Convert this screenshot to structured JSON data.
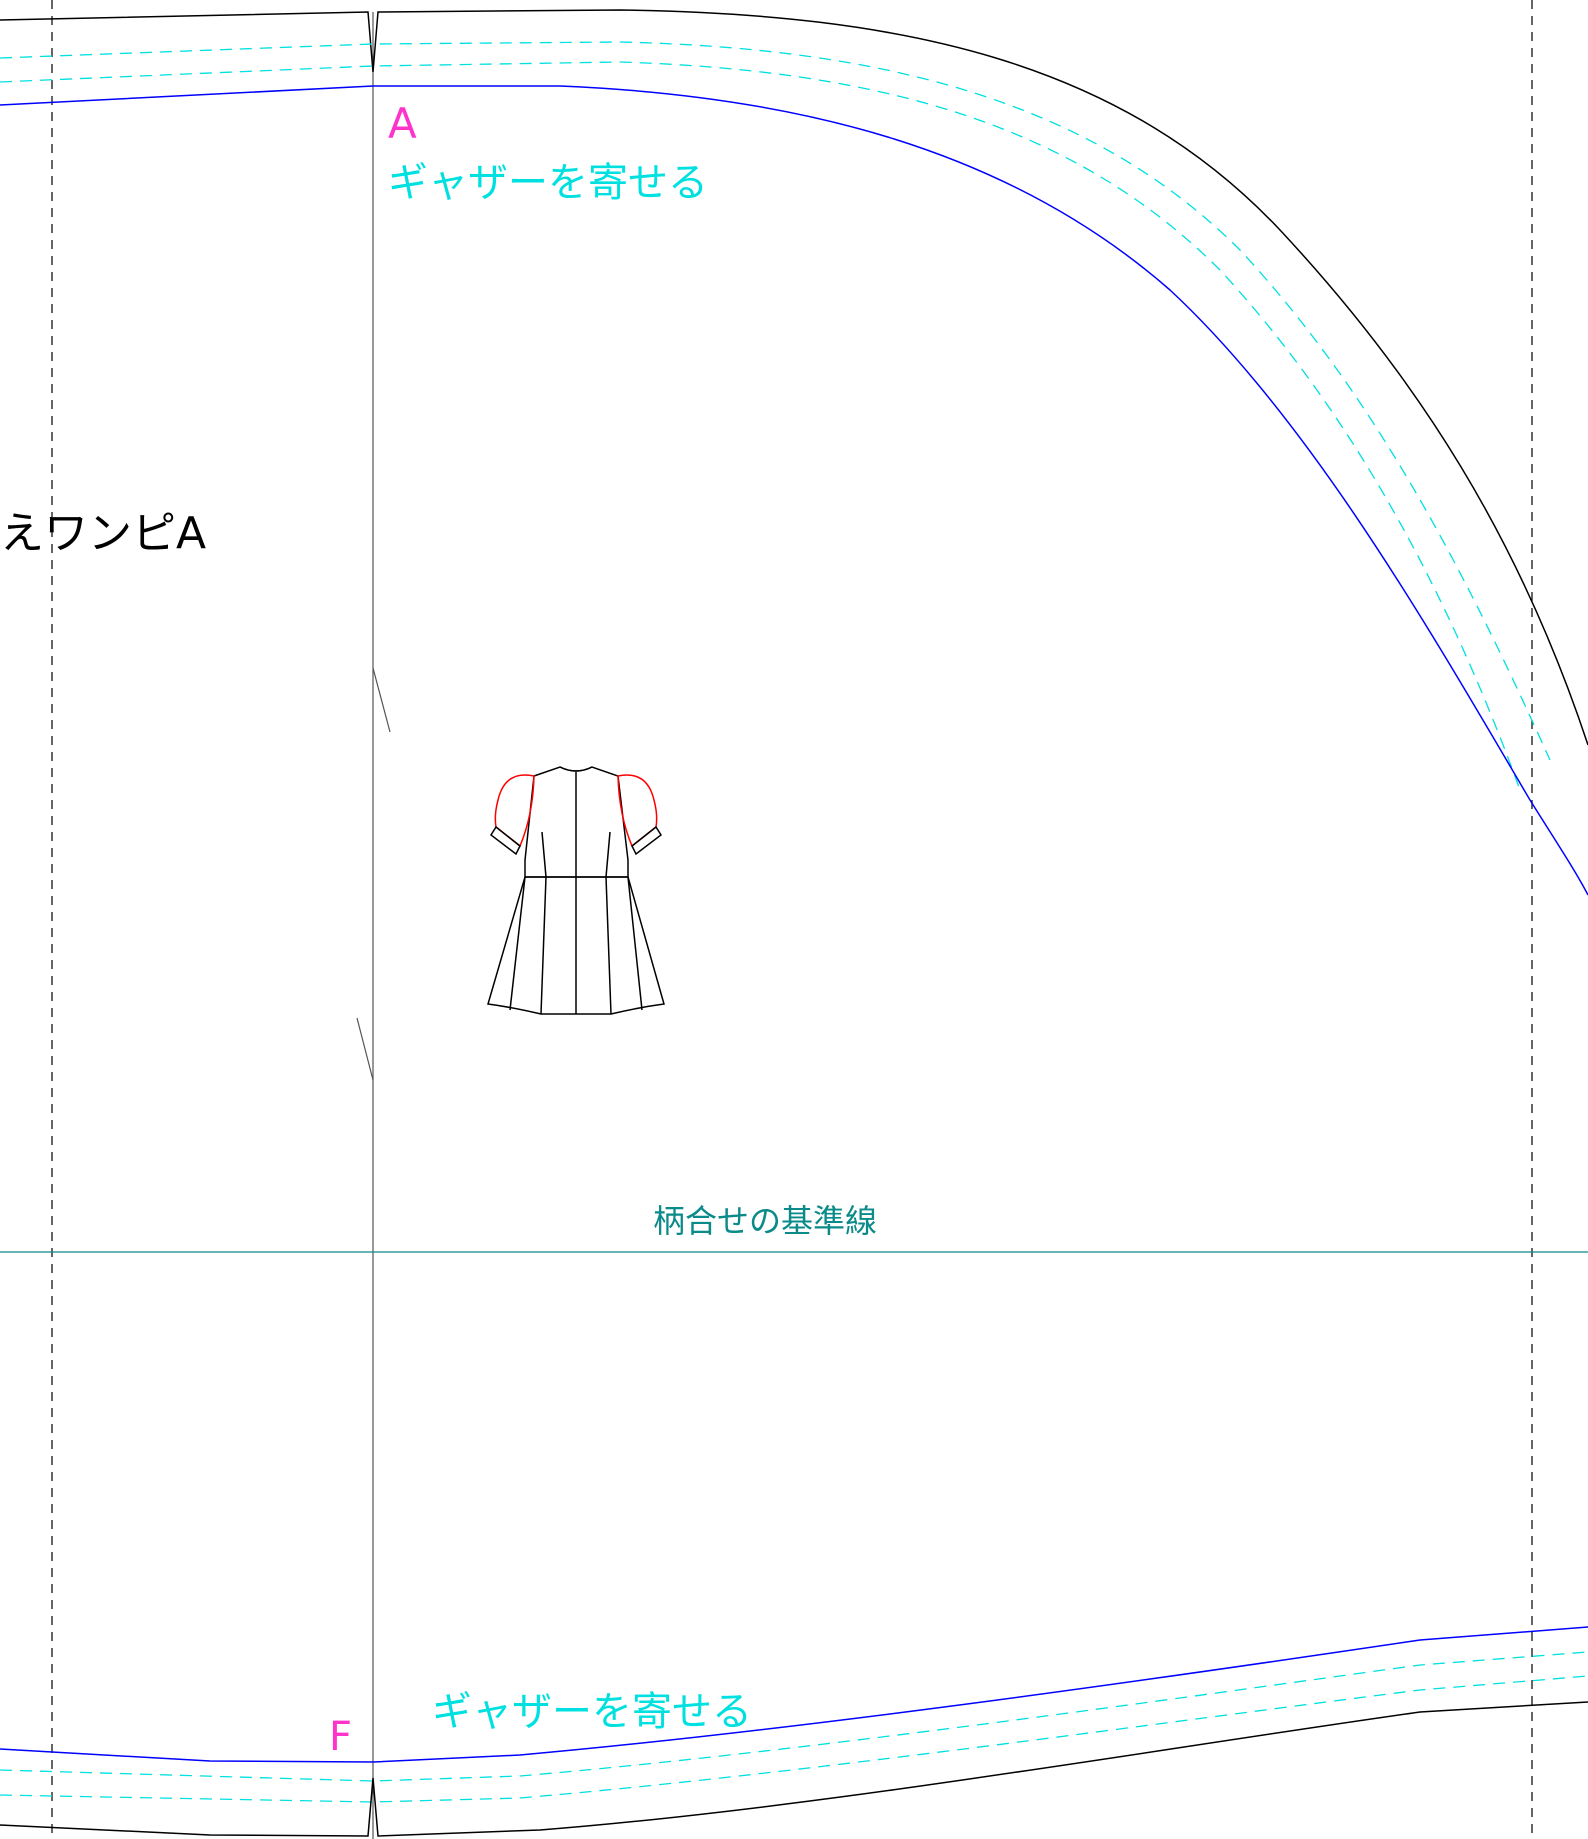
{
  "pattern": {
    "piece_name_partial": "えワンピA",
    "marks": {
      "top": "A",
      "bottom": "F"
    },
    "gather_top": "ギャザーを寄せる",
    "gather_bottom": "ギャザーを寄せる",
    "grain_line": "柄合せの基準線"
  },
  "colors": {
    "cut_line": "#000000",
    "sewing_line": "#0000ff",
    "seam_allowance": "#00e0e0",
    "mark_label": "#ff33cc",
    "grain_line": "#0b8a8a",
    "sleeve_highlight": "#ff0000",
    "fold_line": "#555555"
  }
}
